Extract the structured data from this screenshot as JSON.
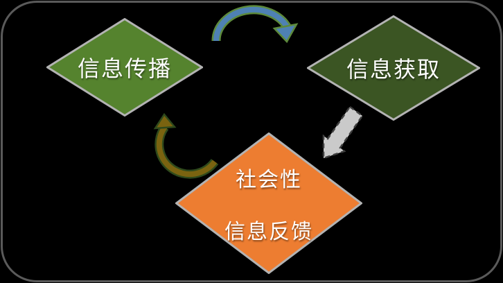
{
  "frame": {
    "background": "#000000",
    "border_color": "#5a5a5a"
  },
  "node_border_color": "#b3b3b3",
  "nodes": {
    "dissemination": {
      "label": "信息传播",
      "fill": "#55832E"
    },
    "acquisition": {
      "label": "信息获取",
      "fill": "#3B5523"
    },
    "feedback": {
      "line1": "社会性",
      "line2": "信息反馈",
      "fill": "#ED7D31"
    }
  },
  "connectors": {
    "top_curved": {
      "fill": "#4E81B4",
      "outline": "#5D8A3C"
    },
    "left_curved": {
      "fill": "#7A6310",
      "outline": "#2F4A1C"
    },
    "gray_straight": {
      "fill": "#CACACA",
      "outline": "#3F3F3F"
    }
  }
}
